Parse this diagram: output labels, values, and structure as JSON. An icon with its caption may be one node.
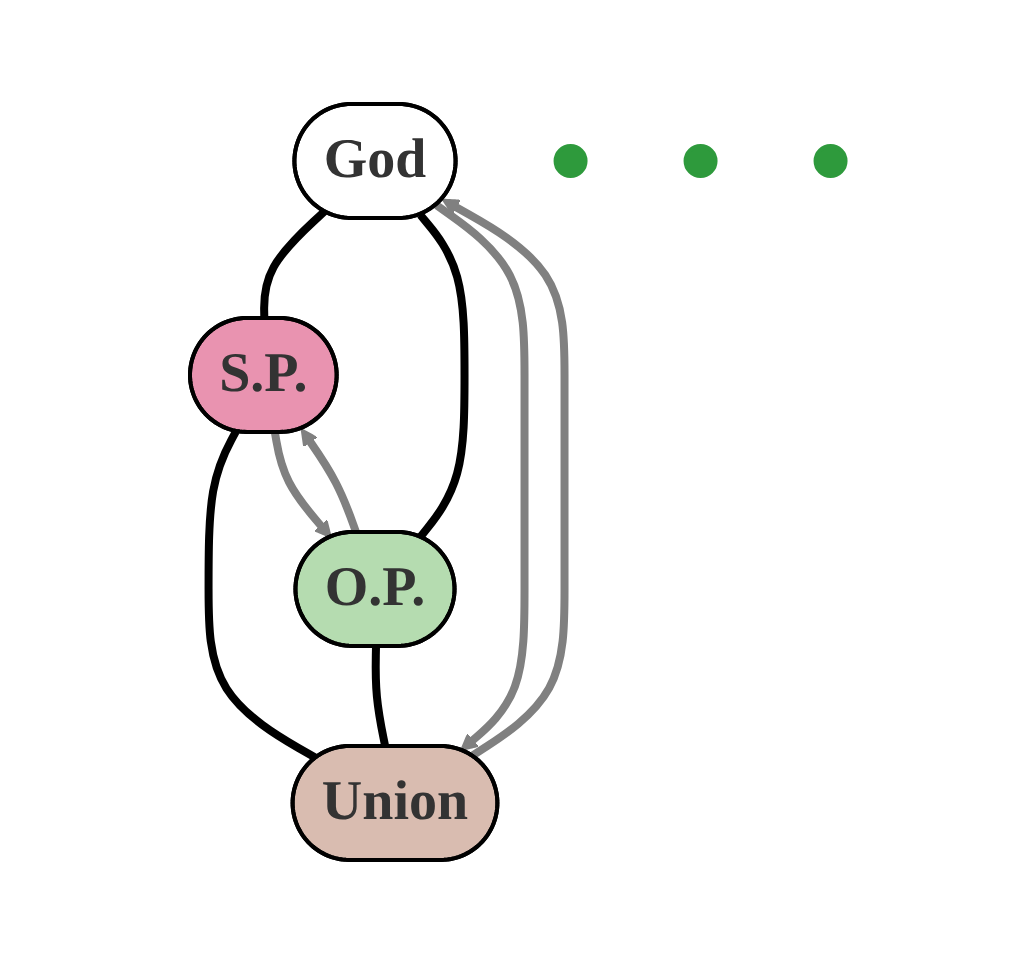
{
  "diagram": {
    "nodes": [
      {
        "text": [
          "God"
        ]
      },
      {
        "text": [],
        "shape": "circle"
      },
      {
        "text": [
          "S.P."
        ]
      },
      {
        "text": [
          "O.P."
        ]
      },
      {
        "text": [],
        "shape": "circle"
      },
      {
        "text": [],
        "shape": "circle"
      },
      {
        "text": [
          "Union"
        ]
      }
    ],
    "edges": [
      {
        "from": 0,
        "to": 2,
        "arrow": "none"
      },
      {
        "from": 0,
        "to": 3,
        "arrow": "none"
      },
      {
        "from": 2,
        "to": 6,
        "arrow": "none"
      },
      {
        "from": 3,
        "to": 6,
        "arrow": "none"
      },
      {
        "from": 6,
        "to": 0,
        "arrow": "to",
        "color": "#808080"
      },
      {
        "from": 0,
        "to": 6,
        "arrow": "to",
        "color": "#808080"
      },
      {
        "from": 2,
        "to": 3,
        "arrow": "to",
        "color": "#808080"
      },
      {
        "from": 3,
        "to": 2,
        "arrow": "to",
        "color": "#808080"
      }
    ]
  }
}
